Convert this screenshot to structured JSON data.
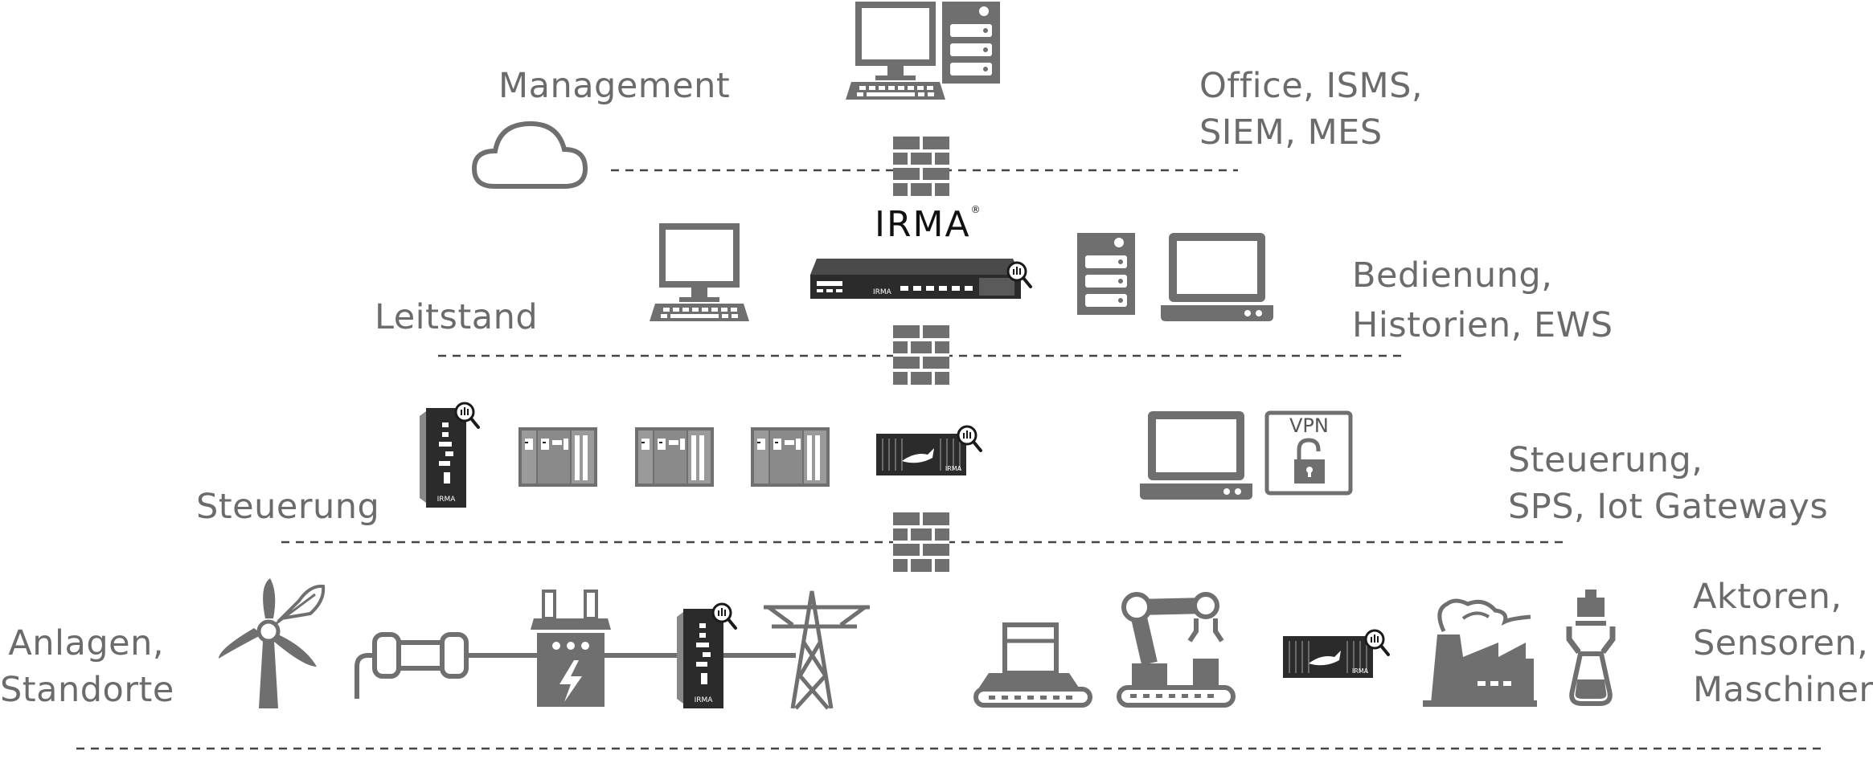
{
  "levels": {
    "management": {
      "left": "Management",
      "right_1": "Office, ISMS,",
      "right_2": "SIEM, MES"
    },
    "leitstand": {
      "left": "Leitstand",
      "right_1": "Bedienung,",
      "right_2": "Historien, EWS"
    },
    "steuerung": {
      "left": "Steuerung",
      "right_1": "Steuerung,",
      "right_2": "SPS, Iot Gateways"
    },
    "anlagen": {
      "left_1": "Anlagen,",
      "left_2": "Standorte",
      "right_1": "Aktoren,",
      "right_2": "Sensoren,",
      "right_3": "Maschinen"
    }
  },
  "brand": {
    "name": "IRMA",
    "mark": "®"
  },
  "vpn": {
    "label": "VPN"
  },
  "colors": {
    "icon": "#6f6f6f",
    "icon_dark": "#2b2b2b",
    "text": "#6b6b6b",
    "line": "#444444"
  }
}
